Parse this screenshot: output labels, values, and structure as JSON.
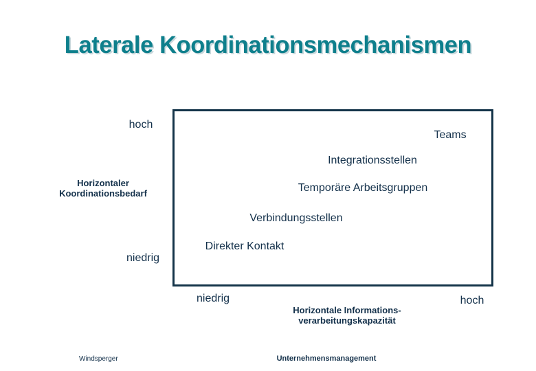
{
  "slide": {
    "title": "Laterale Koordinationsmechanismen",
    "title_color": "#0e7f8c",
    "title_shadow_color": "#c9d8dc",
    "ink_color": "#13304a",
    "frame_color": "#143449",
    "background_color": "#ffffff"
  },
  "footer": {
    "author": "Windsperger",
    "course": "Unternehmensmanagement"
  },
  "chart_data": {
    "type": "scatter",
    "title": "Laterale Koordinationsmechanismen",
    "xlabel": "Horizontale Informations-\nverarbeitungskapazität",
    "xlabel_line1": "Horizontale Informations-",
    "xlabel_line2": "verarbeitungskapazität",
    "ylabel": "Horizontaler\nKoordinationsbedarf",
    "ylabel_line1": "Horizontaler",
    "ylabel_line2": "Koordinationsbedarf",
    "x_ticks": [
      "niedrig",
      "hoch"
    ],
    "y_ticks": [
      "niedrig",
      "hoch"
    ],
    "xlim": [
      0,
      100
    ],
    "ylim": [
      0,
      100
    ],
    "grid": false,
    "legend": "none",
    "markers": "none",
    "note": "Point positions given as percent of plot frame; labels only, no marker glyphs drawn.",
    "points": [
      {
        "label": "Direkter Kontakt",
        "x": 22,
        "y": 26
      },
      {
        "label": "Verbindungsstellen",
        "x": 39,
        "y": 42
      },
      {
        "label": "Temporäre Arbeitsgruppen",
        "x": 60,
        "y": 59
      },
      {
        "label": "Integrationsstellen",
        "x": 63,
        "y": 75
      },
      {
        "label": "Teams",
        "x": 87,
        "y": 89
      }
    ]
  }
}
